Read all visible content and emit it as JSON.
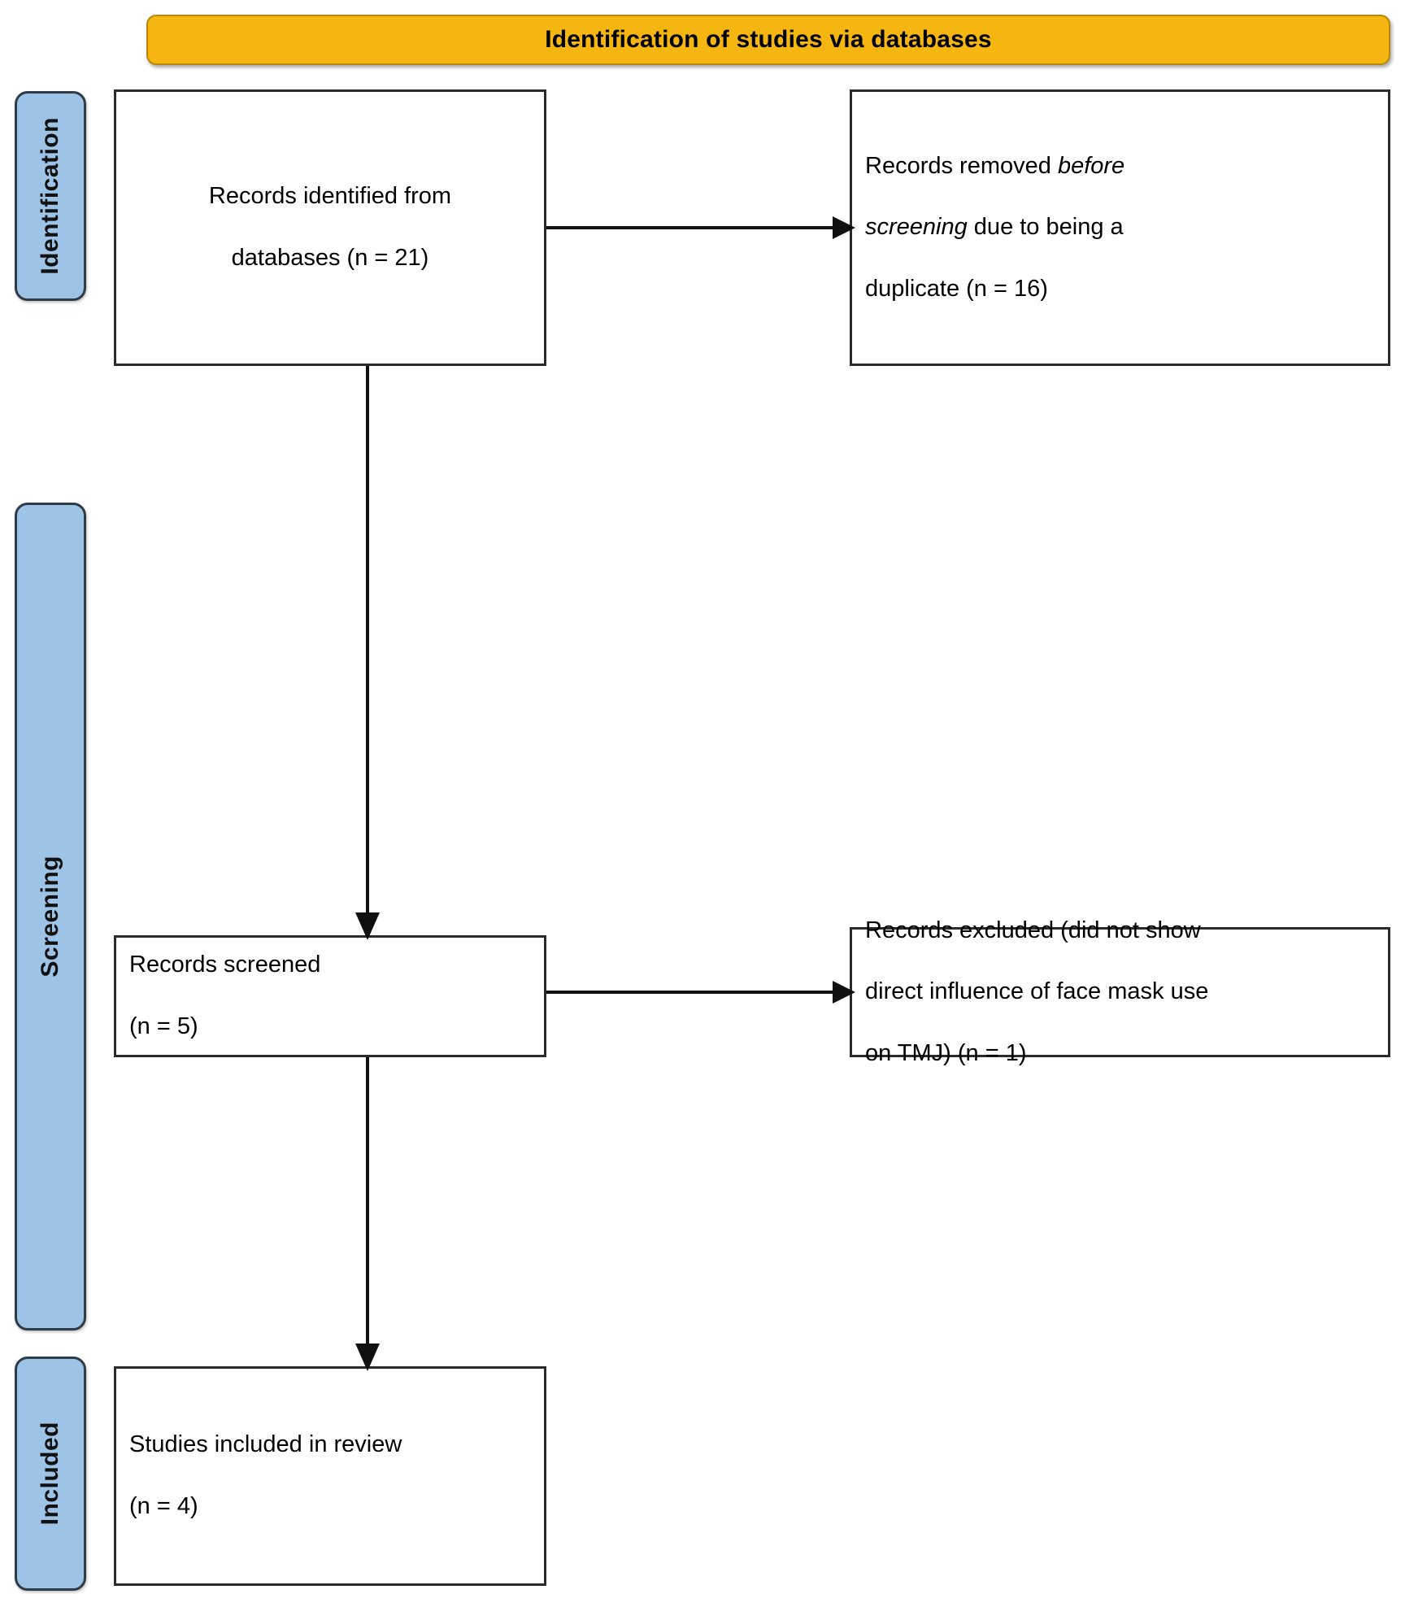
{
  "banner": {
    "title": "Identification of studies via databases",
    "fill": "#F5B611",
    "text_color": "#000000"
  },
  "stages": [
    {
      "id": "identification",
      "label": "Identification",
      "fill": "#9DC3E6"
    },
    {
      "id": "screening",
      "label": "Screening",
      "fill": "#9DC3E6"
    },
    {
      "id": "included",
      "label": "Included",
      "fill": "#9DC3E6"
    }
  ],
  "boxes": {
    "identified": {
      "line1": "Records identified from",
      "line2": "databases (n = 21)",
      "align": "center"
    },
    "removed": {
      "pre": "Records removed ",
      "italic1": "before",
      "italic2": "screening",
      "post": " due to being a",
      "line3": "duplicate (n = 16)",
      "align": "left"
    },
    "screened": {
      "line1": "Records screened",
      "line2": "(n = 5)",
      "align": "left"
    },
    "excluded": {
      "line1": "Records excluded (did not show",
      "line2": "direct influence of face mask use",
      "line3": "on TMJ) (n = 1)",
      "align": "left"
    },
    "included": {
      "line1": "Studies included in review",
      "line2": "(n = 4)",
      "align": "left"
    }
  },
  "connectors": [
    {
      "id": "identified-to-removed",
      "kind": "arrow-right"
    },
    {
      "id": "identified-to-screened",
      "kind": "arrow-down"
    },
    {
      "id": "screened-to-excluded",
      "kind": "arrow-right"
    },
    {
      "id": "screened-to-included",
      "kind": "arrow-down"
    }
  ],
  "flow_data": {
    "type": "prisma-flow-diagram",
    "title": "Identification of studies via databases",
    "stages": [
      "Identification",
      "Screening",
      "Included"
    ],
    "nodes": [
      {
        "stage": "Identification",
        "label": "Records identified from databases",
        "n": 21
      },
      {
        "stage": "Identification",
        "label": "Records removed before screening due to being a duplicate",
        "n": 16
      },
      {
        "stage": "Screening",
        "label": "Records screened",
        "n": 5
      },
      {
        "stage": "Screening",
        "label": "Records excluded (did not show direct influence of face mask use on TMJ)",
        "n": 1
      },
      {
        "stage": "Included",
        "label": "Studies included in review",
        "n": 4
      }
    ],
    "edges": [
      {
        "from": "Records identified from databases",
        "to": "Records removed before screening due to being a duplicate"
      },
      {
        "from": "Records identified from databases",
        "to": "Records screened"
      },
      {
        "from": "Records screened",
        "to": "Records excluded (did not show direct influence of face mask use on TMJ)"
      },
      {
        "from": "Records screened",
        "to": "Studies included in review"
      }
    ]
  }
}
